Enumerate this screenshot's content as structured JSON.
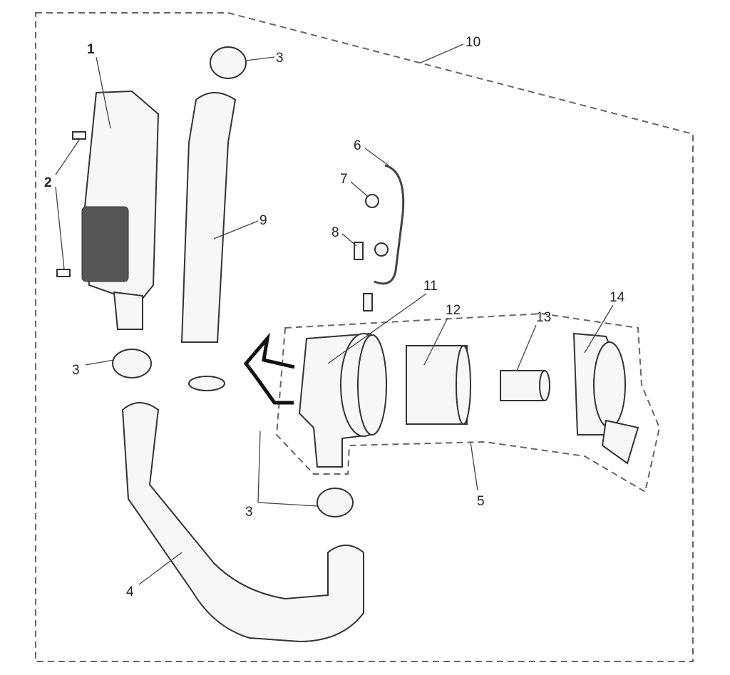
{
  "diagram": {
    "type": "exploded-parts-diagram",
    "callouts": [
      {
        "id": "c1",
        "label": "1"
      },
      {
        "id": "c2",
        "label": "2"
      },
      {
        "id": "c3a",
        "label": "3"
      },
      {
        "id": "c3b",
        "label": "3"
      },
      {
        "id": "c3c",
        "label": "3"
      },
      {
        "id": "c4",
        "label": "4"
      },
      {
        "id": "c5",
        "label": "5"
      },
      {
        "id": "c6",
        "label": "6"
      },
      {
        "id": "c7",
        "label": "7"
      },
      {
        "id": "c8",
        "label": "8"
      },
      {
        "id": "c9",
        "label": "9"
      },
      {
        "id": "c10",
        "label": "10"
      },
      {
        "id": "c11",
        "label": "11"
      },
      {
        "id": "c12",
        "label": "12"
      },
      {
        "id": "c13",
        "label": "13"
      },
      {
        "id": "c14",
        "label": "14"
      }
    ]
  }
}
